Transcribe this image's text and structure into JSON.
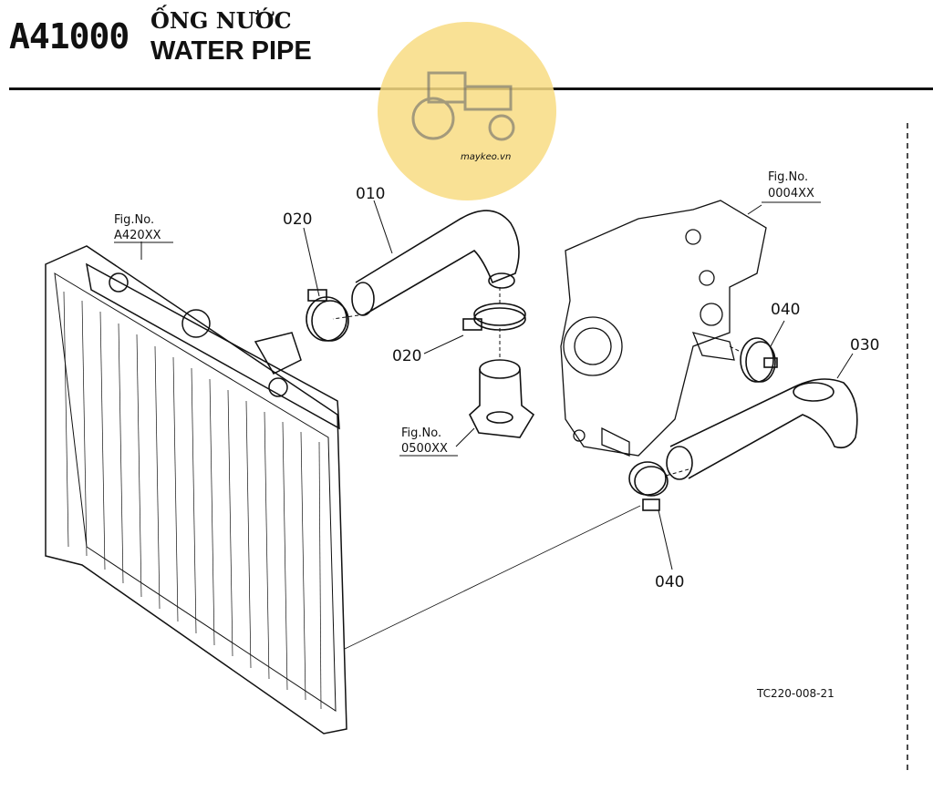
{
  "header": {
    "code": "A41000",
    "title_vn": "ỐNG NƯỚC",
    "title_en": "WATER PIPE"
  },
  "watermark": {
    "text": "maykeo.vn",
    "color": "#f7d97a",
    "icon": "tractor-icon"
  },
  "callouts": {
    "p010": "010",
    "p020_top": "020",
    "p020_mid": "020",
    "p030": "030",
    "p040_top": "040",
    "p040_bottom": "040"
  },
  "figrefs": {
    "radiator": {
      "label": "Fig.No.",
      "value": "A420XX"
    },
    "engine": {
      "label": "Fig.No.",
      "value": "0004XX"
    },
    "thermostat": {
      "label": "Fig.No.",
      "value": "0500XX"
    }
  },
  "drawing_number": "TC220-008-21"
}
